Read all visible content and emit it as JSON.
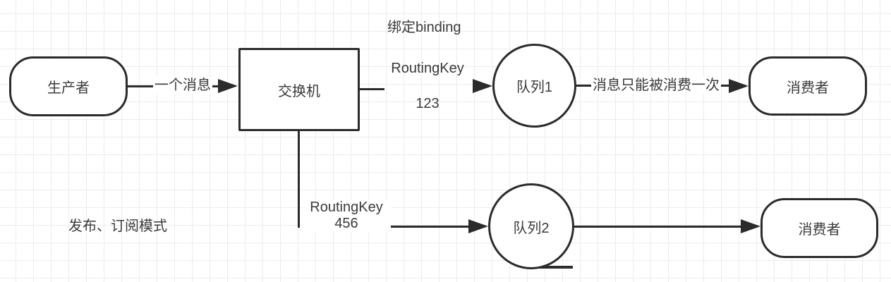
{
  "theme": {
    "line": "#2b2b2b",
    "text": "#3a3a3a",
    "grid": "#ececec",
    "bg": "#ffffff",
    "node_fill": "#ffffff"
  },
  "diagram": {
    "nodes": {
      "producer": {
        "label": "生产者",
        "shape": "stadium"
      },
      "exchange": {
        "label": "交换机",
        "shape": "rect"
      },
      "queue1": {
        "label": "队列1",
        "shape": "circle"
      },
      "queue2": {
        "label": "队列2",
        "shape": "circle"
      },
      "consumer1": {
        "label": "消费者",
        "shape": "stadium"
      },
      "consumer2": {
        "label": "消费者",
        "shape": "stadium"
      }
    },
    "edges": {
      "producer_to_exchange": {
        "label": "一个消息"
      },
      "exchange_to_queue1": {
        "label_line1": "RoutingKey",
        "label_line2": "123"
      },
      "queue1_to_consumer1": {
        "label": "消息只能被消费一次"
      },
      "exchange_to_queue2": {
        "label_line1": "RoutingKey",
        "label_line2": "456"
      },
      "queue2_to_consumer2": {
        "label": ""
      }
    },
    "annotations": {
      "binding": "绑定binding",
      "pubsub_mode": "发布、订阅模式"
    }
  }
}
